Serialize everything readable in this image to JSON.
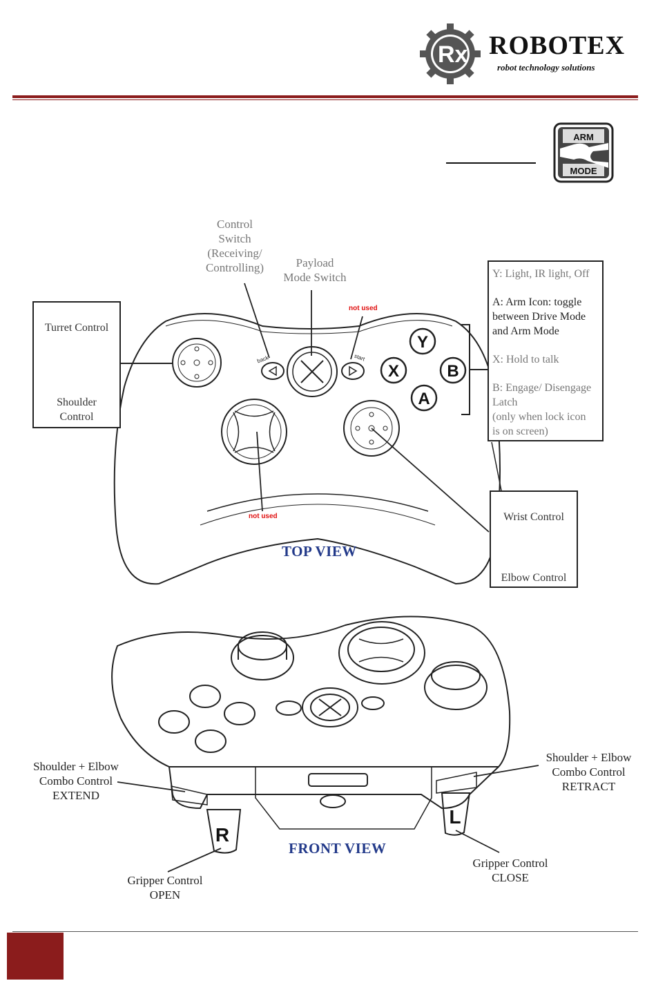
{
  "header": {
    "brand_name": "ROBOTEX",
    "brand_tagline": "robot technology solutions",
    "logo_letters": "Rx"
  },
  "arm_mode_icon": {
    "top_text": "ARM",
    "bottom_text": "MODE"
  },
  "top_view": {
    "title": "TOP VIEW",
    "labels": {
      "control_switch": [
        "Control",
        "Switch",
        "(Receiving/",
        "Controlling)"
      ],
      "payload_mode_switch": [
        "Payload",
        "Mode Switch"
      ],
      "not_used_top": "not used",
      "not_used_bottom": "not used",
      "back": "back",
      "start": "start"
    },
    "left_box": {
      "turret": "Turret Control",
      "shoulder": [
        "Shoulder",
        "Control"
      ]
    },
    "right_box": {
      "y": "Y: Light, IR light, Off",
      "a": [
        "A: Arm Icon: toggle",
        "between Drive Mode",
        "and Arm Mode"
      ],
      "x": "X: Hold to talk",
      "b": [
        "B: Engage/ Disengage",
        "Latch",
        "(only when lock icon",
        "is on screen)"
      ]
    },
    "wrist_box": {
      "wrist": "Wrist Control",
      "elbow": "Elbow Control"
    },
    "buttons": {
      "y": "Y",
      "x": "X",
      "b": "B",
      "a": "A"
    }
  },
  "front_view": {
    "title": "FRONT VIEW",
    "extend": [
      "Shoulder + Elbow",
      "Combo Control",
      "EXTEND"
    ],
    "retract": [
      "Shoulder + Elbow",
      "Combo Control",
      "RETRACT"
    ],
    "gripper_open": [
      "Gripper Control",
      "OPEN"
    ],
    "gripper_close": [
      "Gripper Control",
      "CLOSE"
    ],
    "r_trigger": "R",
    "l_trigger": "L"
  },
  "colors": {
    "brand_red": "#8b1c1c",
    "view_title_blue": "#233a8a",
    "not_used_red": "#e01010"
  }
}
